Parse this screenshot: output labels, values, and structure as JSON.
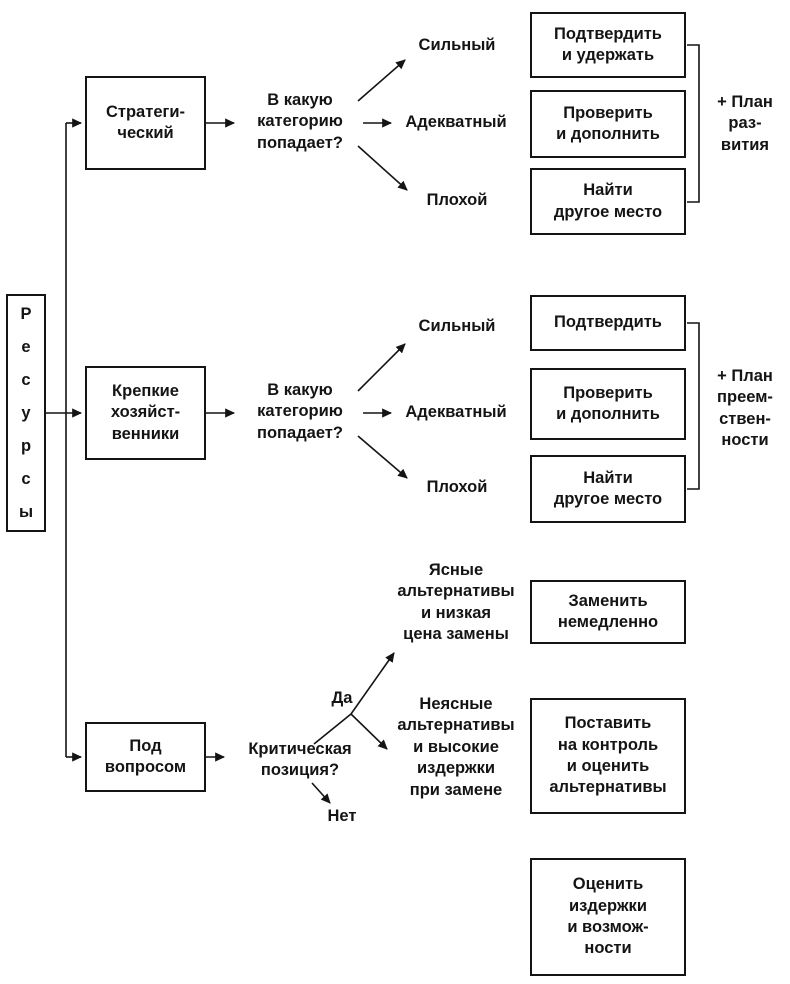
{
  "diagram": {
    "root": {
      "label": "Р\nе\nс\nу\nр\nс\nы"
    },
    "branch_strategic": {
      "box": "Стратеги-\nческий",
      "question": "В какую\nкатегорию\nпопадает?",
      "outcome_strong": "Сильный",
      "outcome_adequate": "Адекватный",
      "outcome_poor": "Плохой",
      "action_strong": "Подтвердить\nи удержать",
      "action_adequate": "Проверить\nи дополнить",
      "action_poor": "Найти\nдругое место",
      "plan": "+ План\nраз-\nвития"
    },
    "branch_solid": {
      "box": "Крепкие\nхозяйст-\nвенники",
      "question": "В какую\nкатегорию\nпопадает?",
      "outcome_strong": "Сильный",
      "outcome_adequate": "Адекватный",
      "outcome_poor": "Плохой",
      "action_strong": "Подтвердить",
      "action_adequate": "Проверить\nи дополнить",
      "action_poor": "Найти\nдругое место",
      "plan": "+ План\nпреем-\nствен-\nности"
    },
    "branch_questionable": {
      "box": "Под\nвопросом",
      "question": "Критическая\nпозиция?",
      "yes": "Да",
      "no": "Нет",
      "case_clear": "Ясные\nальтернативы\nи низкая\nцена замены",
      "case_unclear": "Неясные\nальтернативы\nи высокие\nиздержки\nпри замене",
      "action_replace": "Заменить\nнемедленно",
      "action_monitor": "Поставить\nна контроль\nи оценить\nальтернативы",
      "action_assess": "Оценить\nиздержки\nи возмож-\nности"
    },
    "line_color": "#141414"
  }
}
